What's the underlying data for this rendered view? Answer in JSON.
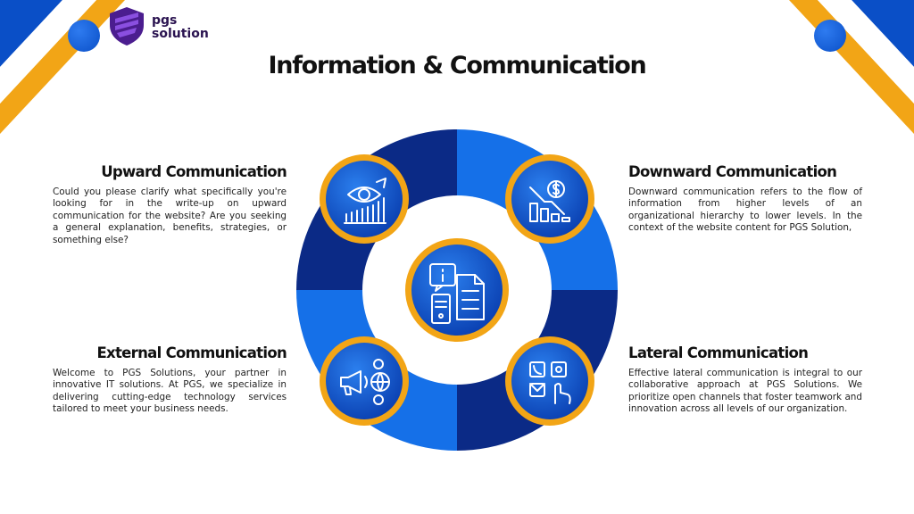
{
  "brand": {
    "name_line1": "pgs",
    "name_line2": "solution",
    "logo_icon": "shield-icon",
    "colors": {
      "navy": "#0b2a86",
      "blue": "#1570e8",
      "orange": "#f2a516",
      "purple": "#6b2fc4"
    }
  },
  "page": {
    "title": "Information & Communication"
  },
  "sections": {
    "upward": {
      "heading": "Upward Communication",
      "body": "Could you please clarify what specifically you're looking for in the write-up on upward communication for the website? Are you seeking a general explanation, benefits, strategies, or something else?",
      "icon": "eye-growth-chart-icon"
    },
    "downward": {
      "heading": "Downward Communication",
      "body": "Downward communication refers to the flow of information from higher levels of an organizational hierarchy to lower levels. In the context of the website content for PGS Solution,",
      "icon": "dollar-decline-chart-icon"
    },
    "external": {
      "heading": "External Communication",
      "body": "Welcome to PGS Solutions, your partner in innovative IT solutions. At PGS, we specialize in delivering cutting-edge technology services tailored to meet your business needs.",
      "icon": "megaphone-globe-icon"
    },
    "lateral": {
      "heading": "Lateral Communication",
      "body": "Effective lateral communication is integral to our collaborative approach at PGS Solutions. We prioritize open channels that foster teamwork and innovation across all levels of our organization.",
      "icon": "phone-email-touch-icon"
    },
    "center": {
      "icon": "info-document-icon"
    }
  }
}
